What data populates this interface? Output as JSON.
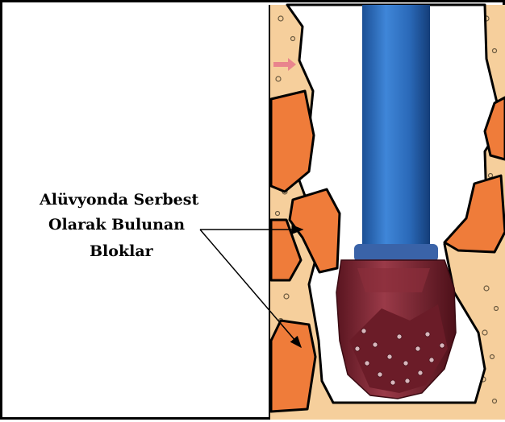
{
  "annotation": {
    "lines": [
      "Alüvyonda Serbest",
      "Olarak Bulunan",
      "Bloklar"
    ]
  },
  "colors": {
    "formation": "#f6cf9c",
    "boulder": "#ef7c3a",
    "drill_pipe": "#2c6fc2",
    "bit": "#7a2030",
    "outline": "#000000"
  }
}
